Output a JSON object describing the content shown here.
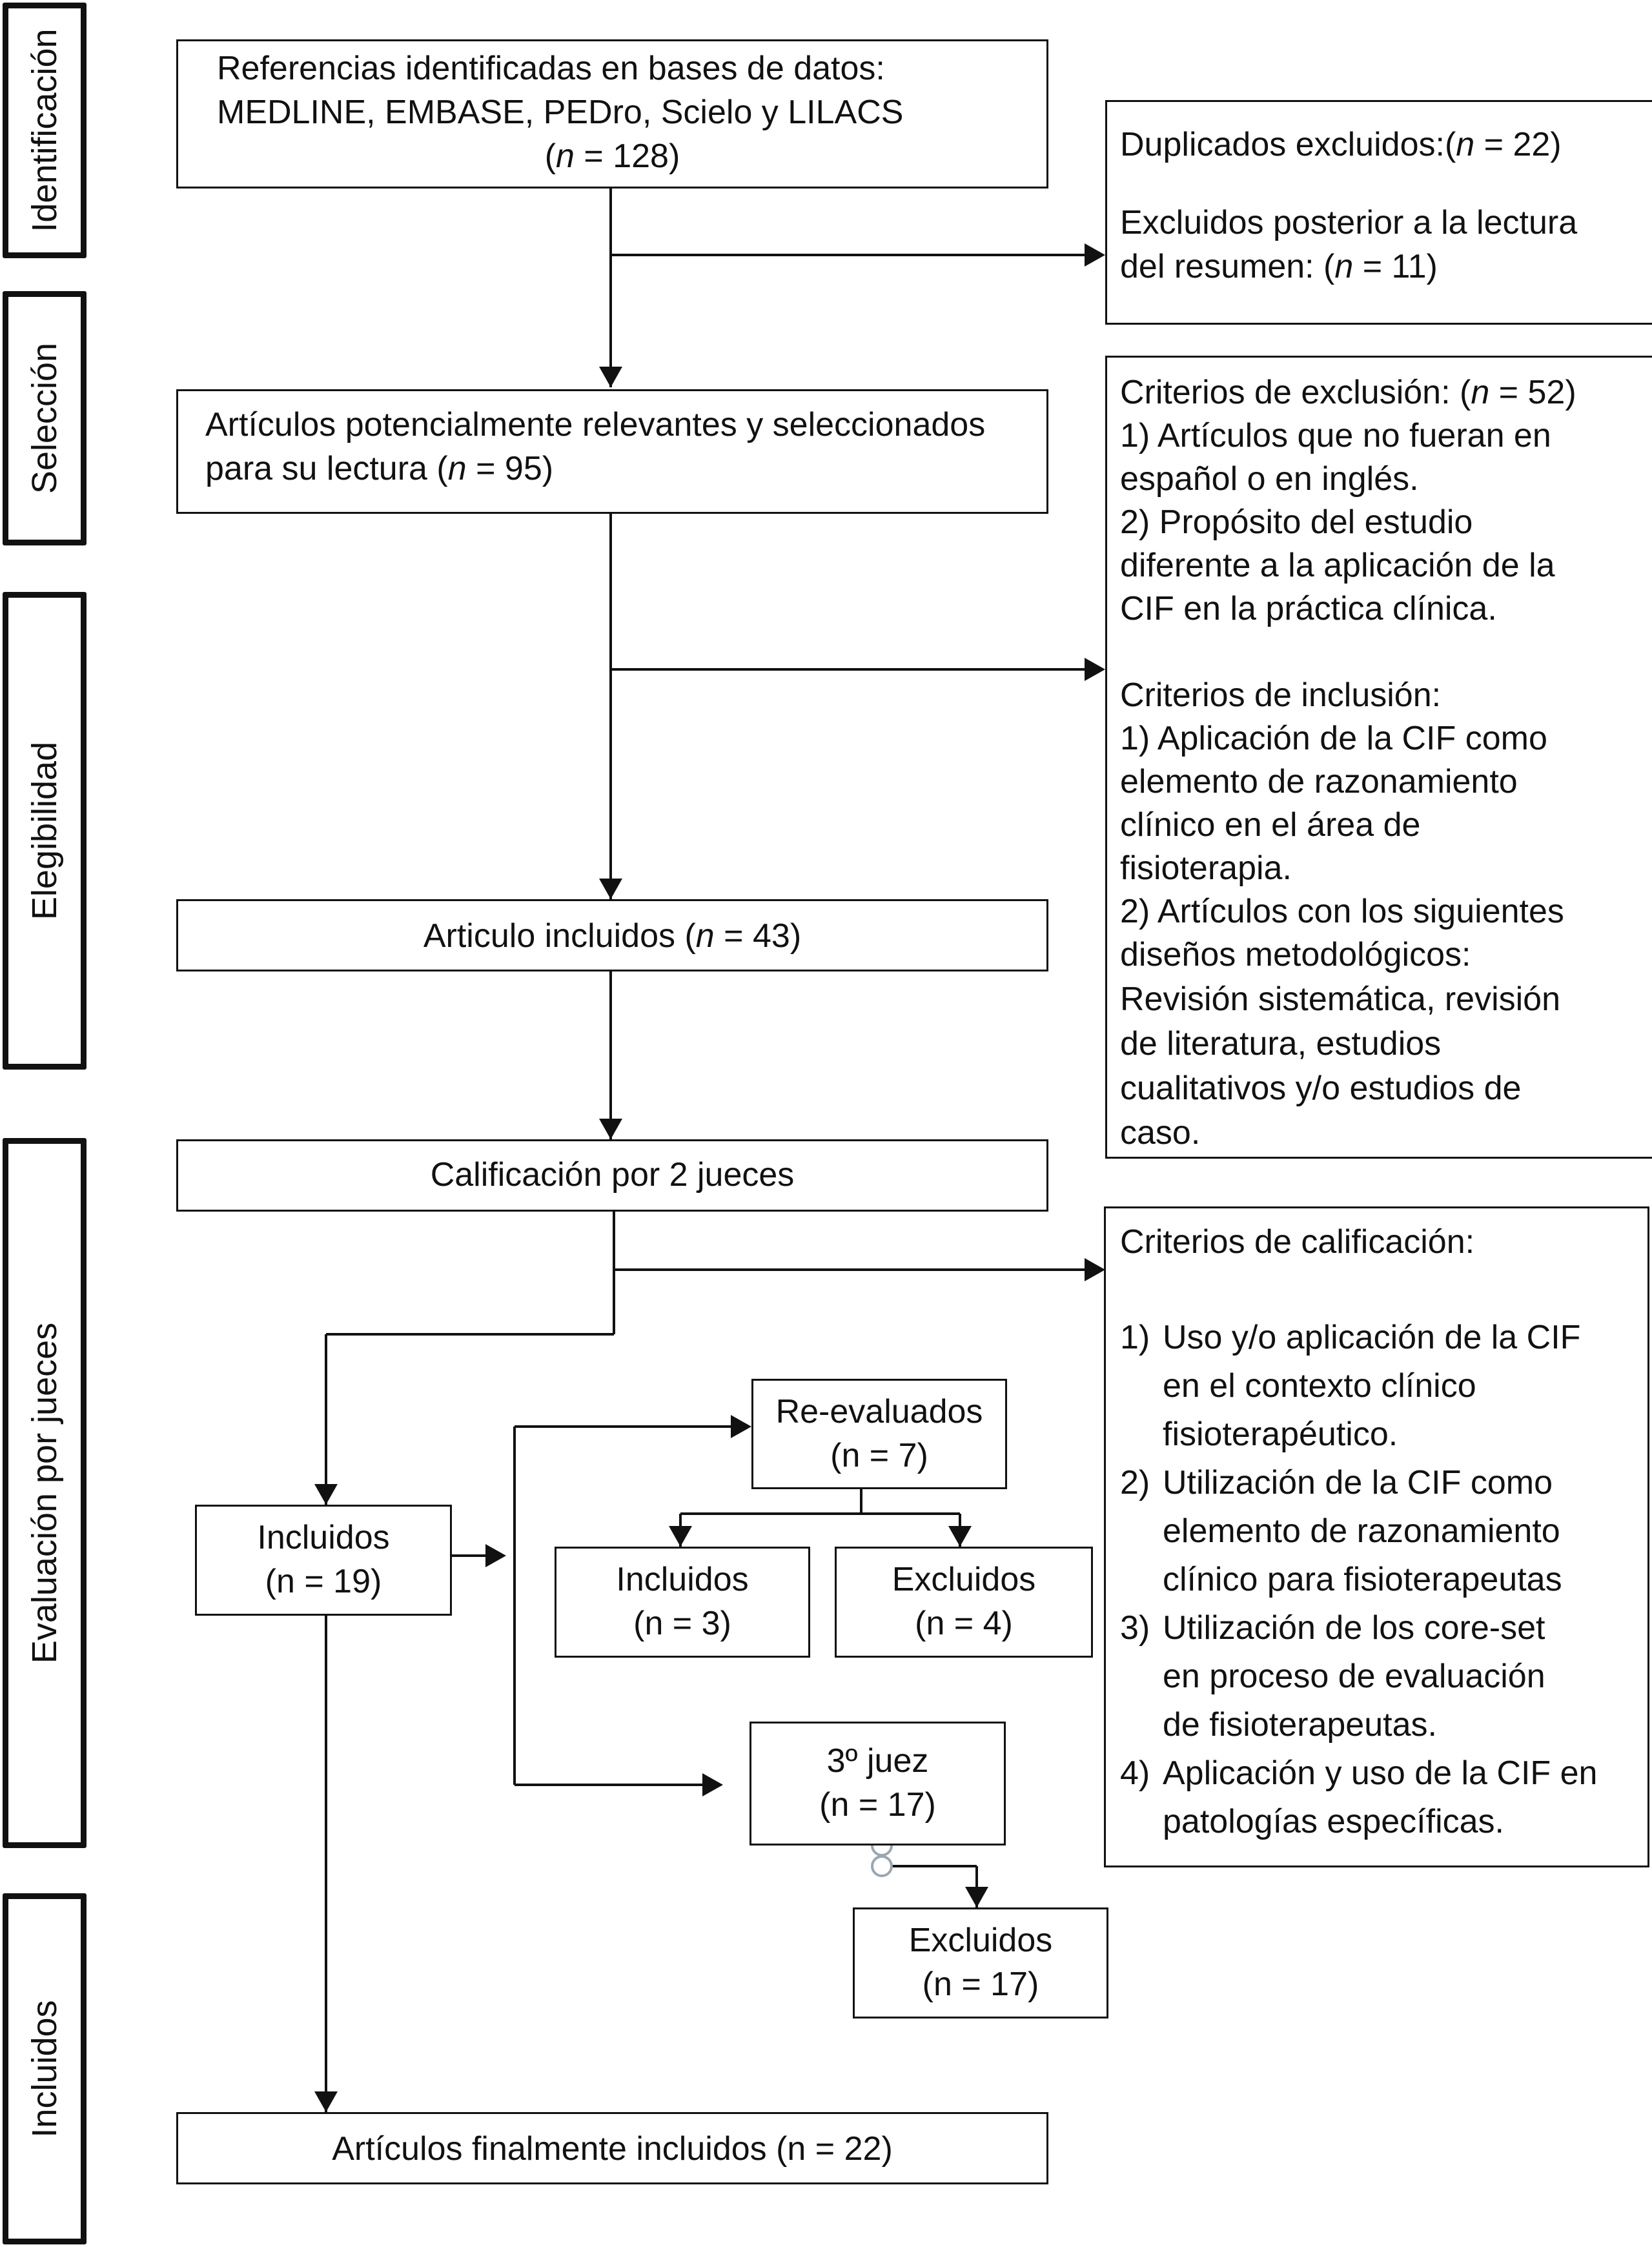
{
  "stages": {
    "identificacion": "Identificación",
    "seleccion": "Selección",
    "elegibilidad": "Elegibilidad",
    "evaluacion": "Evaluación por jueces",
    "incluidos": "Incluidos"
  },
  "boxes": {
    "references": {
      "line1": "Referencias identificadas en bases de datos:",
      "line2": "MEDLINE, EMBASE, PEDro, Scielo y LILACS",
      "line3_pre": "(",
      "line3_n": "n",
      "line3_post": " = 128)"
    },
    "duplicates": {
      "line1_pre": "Duplicados excluidos:(",
      "line1_n": "n",
      "line1_post": " = 22)",
      "line2": "Excluidos posterior a la lectura",
      "line3_pre": "del resumen: (",
      "line3_n": "n",
      "line3_post": " = 11)"
    },
    "relevant": {
      "line1": "Artículos potencialmente relevantes y seleccionados",
      "line2_pre": "para su lectura (",
      "line2_n": "n",
      "line2_post": " = 95)"
    },
    "criteria": {
      "line1_pre": "Criterios de exclusión: (",
      "line1_n": "n",
      "line1_post": " = 52)",
      "lines": [
        "1) Artículos que no fueran en",
        "español o en inglés.",
        "2) Propósito del estudio",
        "diferente a la aplicación de la",
        "CIF en la práctica clínica.",
        "",
        "Criterios de inclusión:",
        "1) Aplicación de la CIF como",
        "elemento de razonamiento",
        "clínico en el área de",
        "fisioterapia.",
        "2) Artículos con los siguientes",
        "diseños metodológicos:",
        "Revisión sistemática, revisión",
        "de literatura, estudios",
        "cualitativos y/o estudios de",
        "caso."
      ]
    },
    "included_articles": {
      "pre": "Articulo incluidos (",
      "n": "n",
      "post": " = 43)"
    },
    "judges": {
      "text": "Calificación por 2 jueces"
    },
    "rating_criteria": {
      "title": "Criterios de calificación:",
      "items": [
        {
          "num": "1)",
          "line1": "Uso y/o aplicación de la CIF",
          "line2": "en el contexto clínico",
          "line3": "fisioterapéutico."
        },
        {
          "num": "2)",
          "line1": "Utilización de la CIF como",
          "line2": "elemento de razonamiento",
          "line3": "clínico para fisioterapeutas"
        },
        {
          "num": "3)",
          "line1": "Utilización de los core-set",
          "line2": "en proceso de evaluación",
          "line3": "de fisioterapeutas."
        },
        {
          "num": "4)",
          "line1": "Aplicación y uso de la CIF en",
          "line2": "patologías específicas.",
          "line3": ""
        }
      ]
    },
    "incluidos19": {
      "line1": "Incluidos",
      "line2": "(n = 19)"
    },
    "reevaluated": {
      "line1": "Re-evaluados",
      "line2": "(n = 7)"
    },
    "incluidos3": {
      "line1": "Incluidos",
      "line2": "(n = 3)"
    },
    "excluidos4": {
      "line1": "Excluidos",
      "line2": "(n = 4)"
    },
    "third_judge": {
      "line1": "3º juez",
      "line2": "(n = 17)"
    },
    "excluidos17": {
      "line1": "Excluidos",
      "line2": "(n = 17)"
    },
    "final": {
      "text": "Artículos finalmente incluidos (n = 22)"
    }
  }
}
